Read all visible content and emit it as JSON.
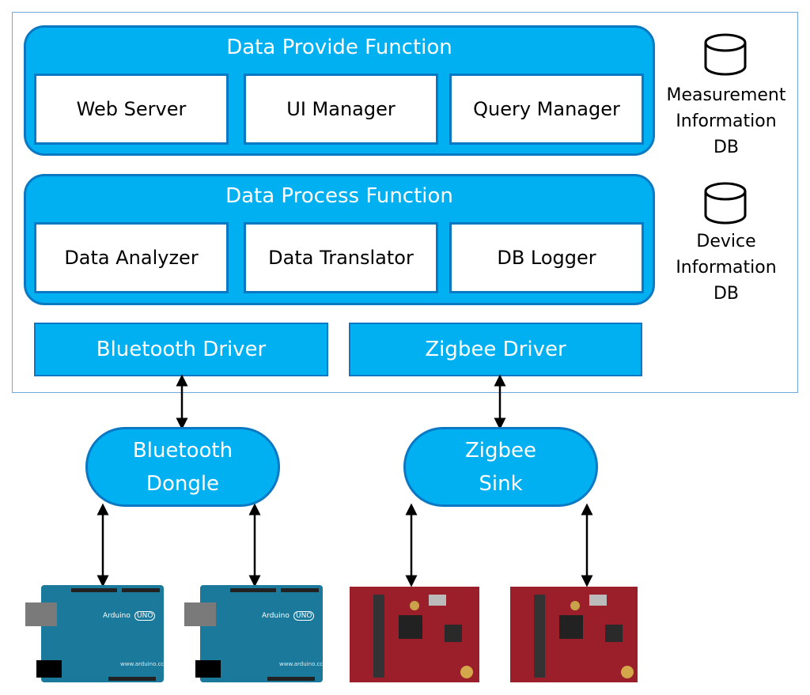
{
  "provide": {
    "title": "Data Provide Function",
    "items": [
      "Web Server",
      "UI Manager",
      "Query Manager"
    ]
  },
  "process": {
    "title": "Data Process Function",
    "items": [
      "Data Analyzer",
      "Data Translator",
      "DB Logger"
    ]
  },
  "drivers": [
    "Bluetooth Driver",
    "Zigbee Driver"
  ],
  "databases": [
    {
      "lines": [
        "Measurement",
        "Information",
        "DB"
      ],
      "icon": "database-icon"
    },
    {
      "lines": [
        "Device",
        "Information",
        "DB"
      ],
      "icon": "database-icon"
    }
  ],
  "gateways": [
    {
      "lines": [
        "Bluetooth",
        "Dongle"
      ]
    },
    {
      "lines": [
        "Zigbee",
        "Sink"
      ]
    }
  ],
  "devices": {
    "arduino": {
      "brand": "Arduino",
      "model": "UNO",
      "url": "www.arduino.cc"
    }
  },
  "colors": {
    "fill": "#00b0f0",
    "border": "#0a78c2",
    "frame": "#6fa8dc"
  }
}
